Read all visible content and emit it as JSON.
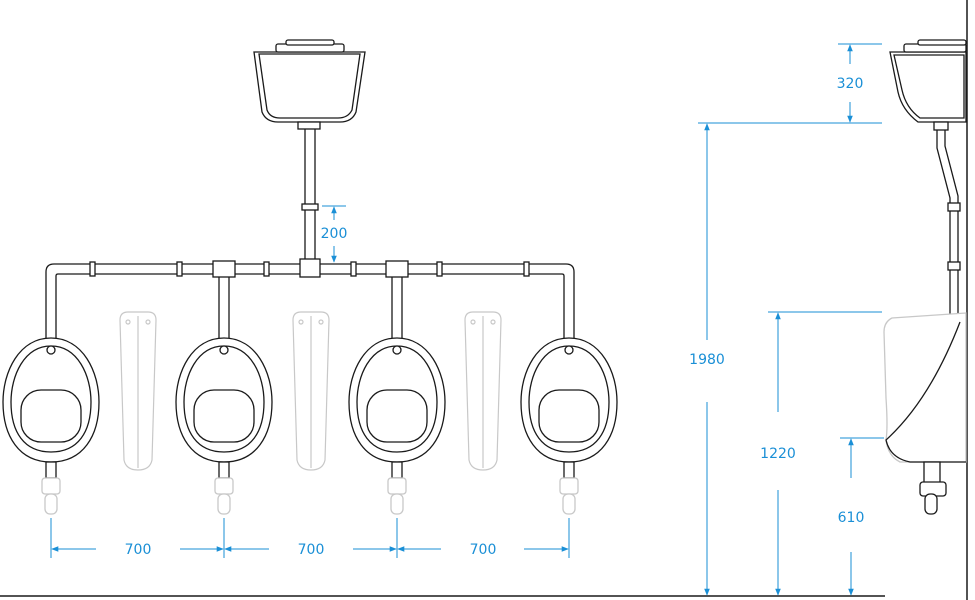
{
  "colors": {
    "dimension": "#1a8fd6",
    "outline": "#1a1a1a",
    "faded": "#c8c8c8",
    "wall": "#1a1a1a"
  },
  "front_view": {
    "cistern": "cistern-icon",
    "urinals": [
      "urinal-1",
      "urinal-2",
      "urinal-3",
      "urinal-4"
    ],
    "divider_screens": [
      "divider-1",
      "divider-2",
      "divider-3"
    ],
    "spacing_labels": [
      "700",
      "700",
      "700"
    ],
    "drop_label": "200"
  },
  "side_view": {
    "cistern_height_label": "320",
    "cistern_mount_height_label": "1980",
    "urinal_top_height_label": "1220",
    "urinal_lip_height_label": "610"
  }
}
